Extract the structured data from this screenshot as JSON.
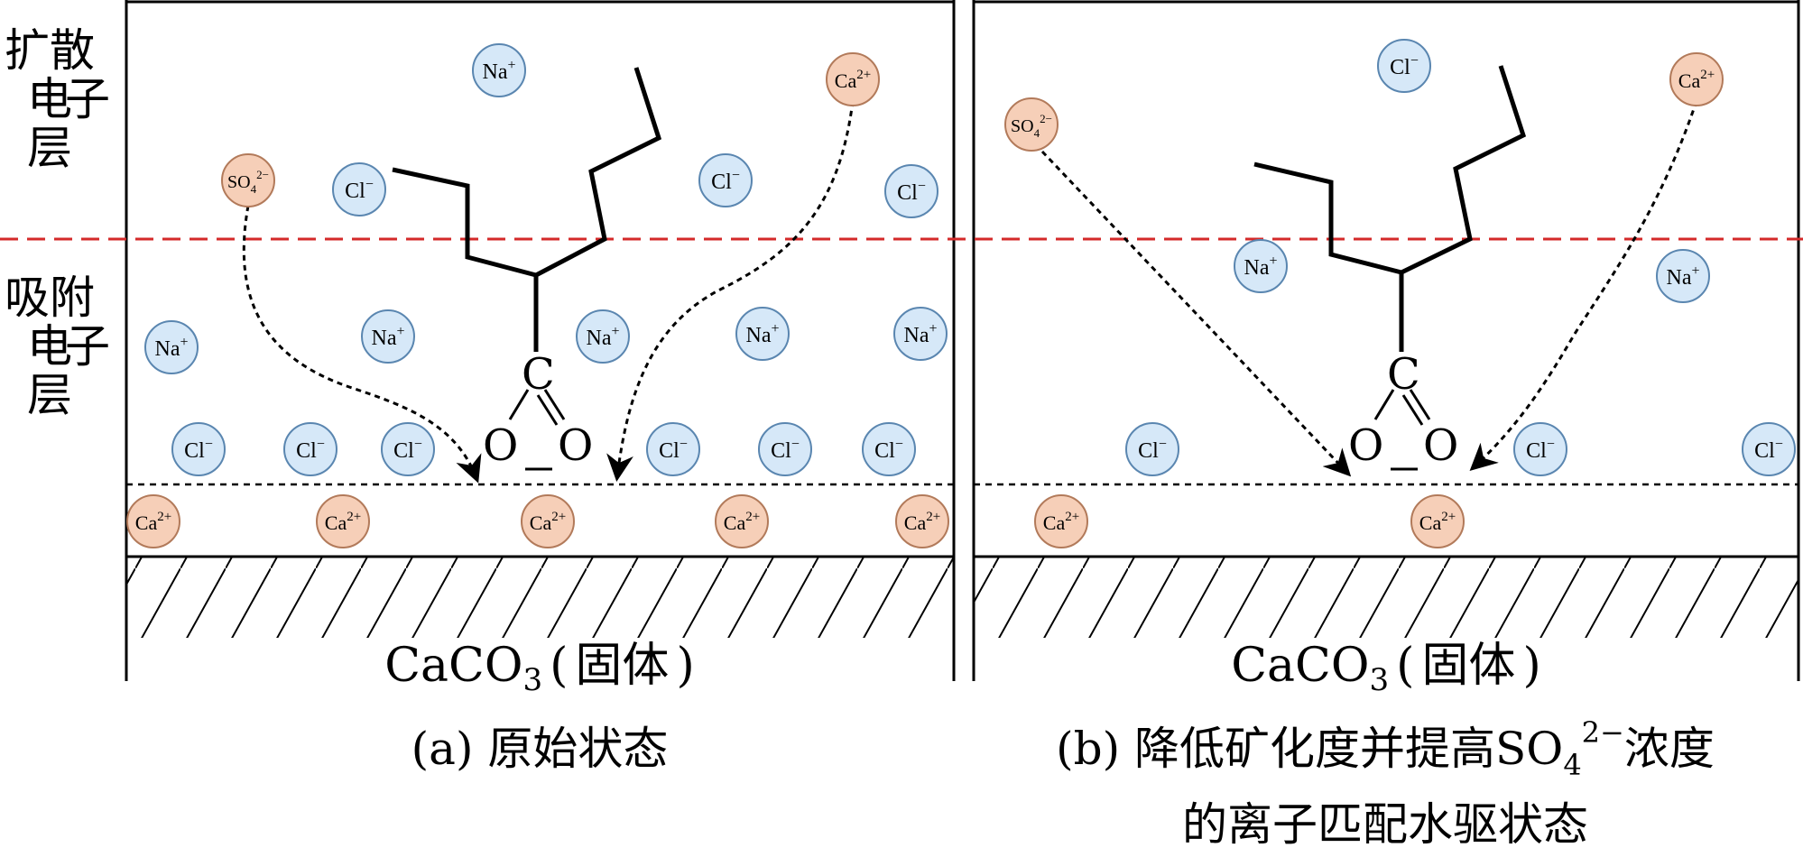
{
  "side_labels": {
    "diffuse_layer": [
      "扩",
      "散",
      "电",
      "子",
      "层"
    ],
    "adsorbed_layer": [
      "吸",
      "附",
      "电",
      "子",
      "层"
    ]
  },
  "ions": {
    "Na": "Na",
    "Na_charge": "+",
    "Cl": "Cl",
    "Cl_charge": "−",
    "Ca": "Ca",
    "Ca_charge": "2+",
    "SO4": "SO",
    "SO4_sub": "4",
    "SO4_charge": "2−"
  },
  "carboxylate": {
    "carbon": "C",
    "oxygen": "O"
  },
  "solid_label": {
    "main": "CaCO",
    "sub": "3",
    "paren_open": "(",
    "name": "固体",
    "paren_close": ")"
  },
  "captions": {
    "a": "(a) 原始状态",
    "b_line1_prefix": "(b) 降低矿化度并提高SO",
    "b_line1_sub": "4",
    "b_line1_sup": "2−",
    "b_line1_suffix": "浓度",
    "b_line2": "的离子匹配水驱状态"
  },
  "colors": {
    "blue_ion_fill": "#d6e8f8",
    "blue_ion_stroke": "#5a86b0",
    "orange_ion_fill": "#f6cfb8",
    "orange_ion_stroke": "#b27a5a",
    "dashed_red": "#d42a2a"
  }
}
